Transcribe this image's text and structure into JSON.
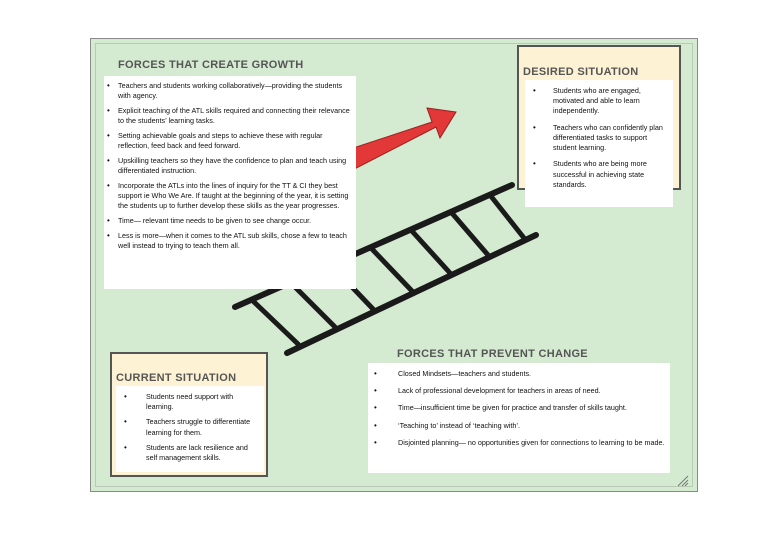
{
  "growth": {
    "title": "FORCES THAT CREATE GROWTH",
    "items": [
      "Teachers and students working collaboratively—providing the students with agency.",
      "Explicit teaching of the ATL skills required and connecting their relevance to the students’ learning tasks.",
      "Setting achievable goals and steps to achieve these with regular reflection, feed back and feed forward.",
      "Upskilling teachers so they have the confidence to plan and teach using differentiated instruction.",
      "Incorporate the ATLs into the lines of inquiry for the TT & CI they best support ie Who We Are.  If taught at the beginning of the year, it is setting the students up to further develop these skills as the year progresses.",
      " Time— relevant time needs to be given to see change occur.",
      "Less is more—when it comes to the ATL sub skills, chose a few to teach well instead to trying to teach them all."
    ]
  },
  "desired": {
    "title": "DESIRED SITUATION",
    "items": [
      "Students who are engaged, motivated and able to learn independently.",
      "Teachers who can confidently plan differentiated tasks to support student learning.",
      "Students who are being more successful in achieving state standards."
    ]
  },
  "current": {
    "title": "CURRENT SITUATION",
    "items": [
      "Students need support with learning.",
      "Teachers struggle to differentiate learning for them.",
      "Students are lack resilience and self management skills."
    ]
  },
  "prevent": {
    "title": "FORCES THAT PREVENT CHANGE",
    "items": [
      "Closed Mindsets—teachers and students.",
      "Lack of professional development for teachers in areas of need.",
      "Time—insufficient time be given for practice and transfer of skills taught.",
      "‘Teaching to’ instead of ‘teaching with’.",
      "Disjointed planning— no opportunities given for connections to learning to be made."
    ]
  },
  "colors": {
    "background": "#d4ebd1",
    "arrow": "#e23838",
    "ladder": "#1a1a1a",
    "situation_box": "#fdf3d4"
  },
  "icons": [
    "ladder-graphic",
    "growth-arrow",
    "resize-grip-icon"
  ]
}
